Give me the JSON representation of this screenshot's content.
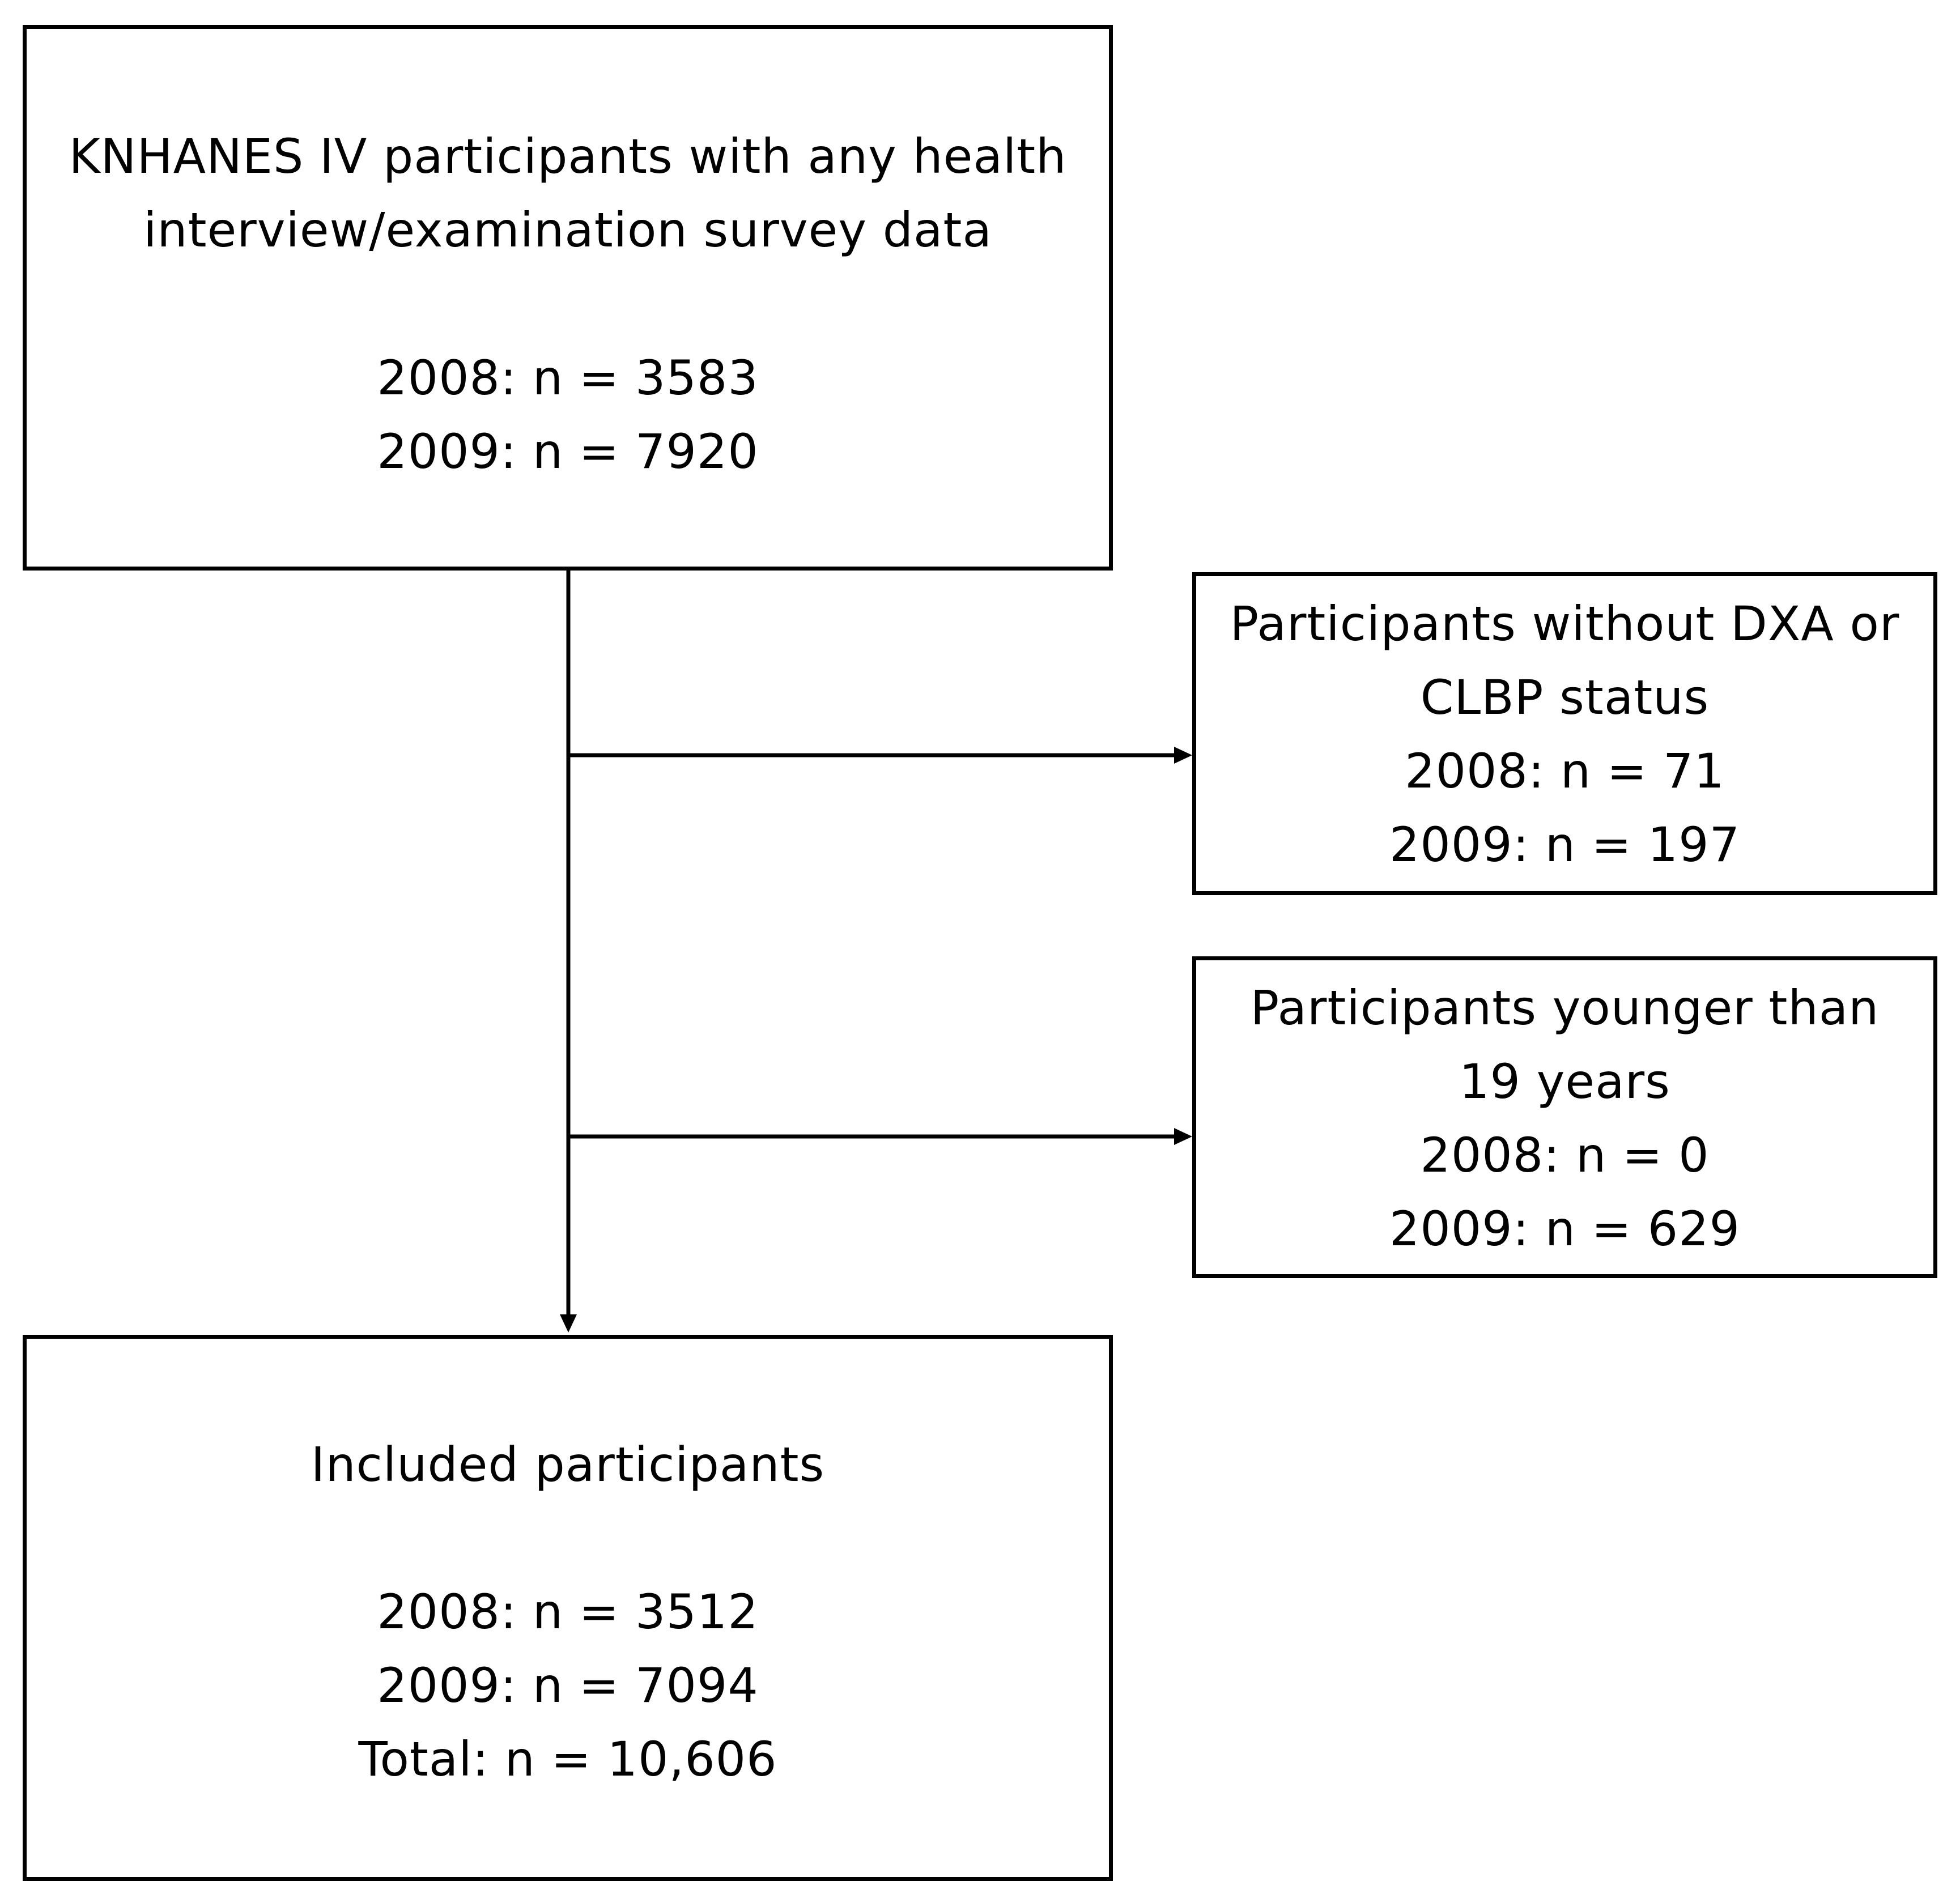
{
  "top_box": {
    "lines": [
      "KNHANES IV participants with any health",
      "interview/examination survey data",
      "2008: n = 3583",
      "2009: n = 7920"
    ]
  },
  "exclusion_1": {
    "lines": [
      "Participants without DXA or",
      "CLBP status",
      "2008: n = 71",
      "2009: n = 197"
    ]
  },
  "exclusion_2": {
    "lines": [
      "Participants younger than",
      "19 years",
      "2008: n = 0",
      "2009: n = 629"
    ]
  },
  "bottom_box": {
    "lines": [
      "Included participants",
      "2008: n = 3512",
      "2009: n = 7094",
      "Total: n = 10,606"
    ]
  }
}
